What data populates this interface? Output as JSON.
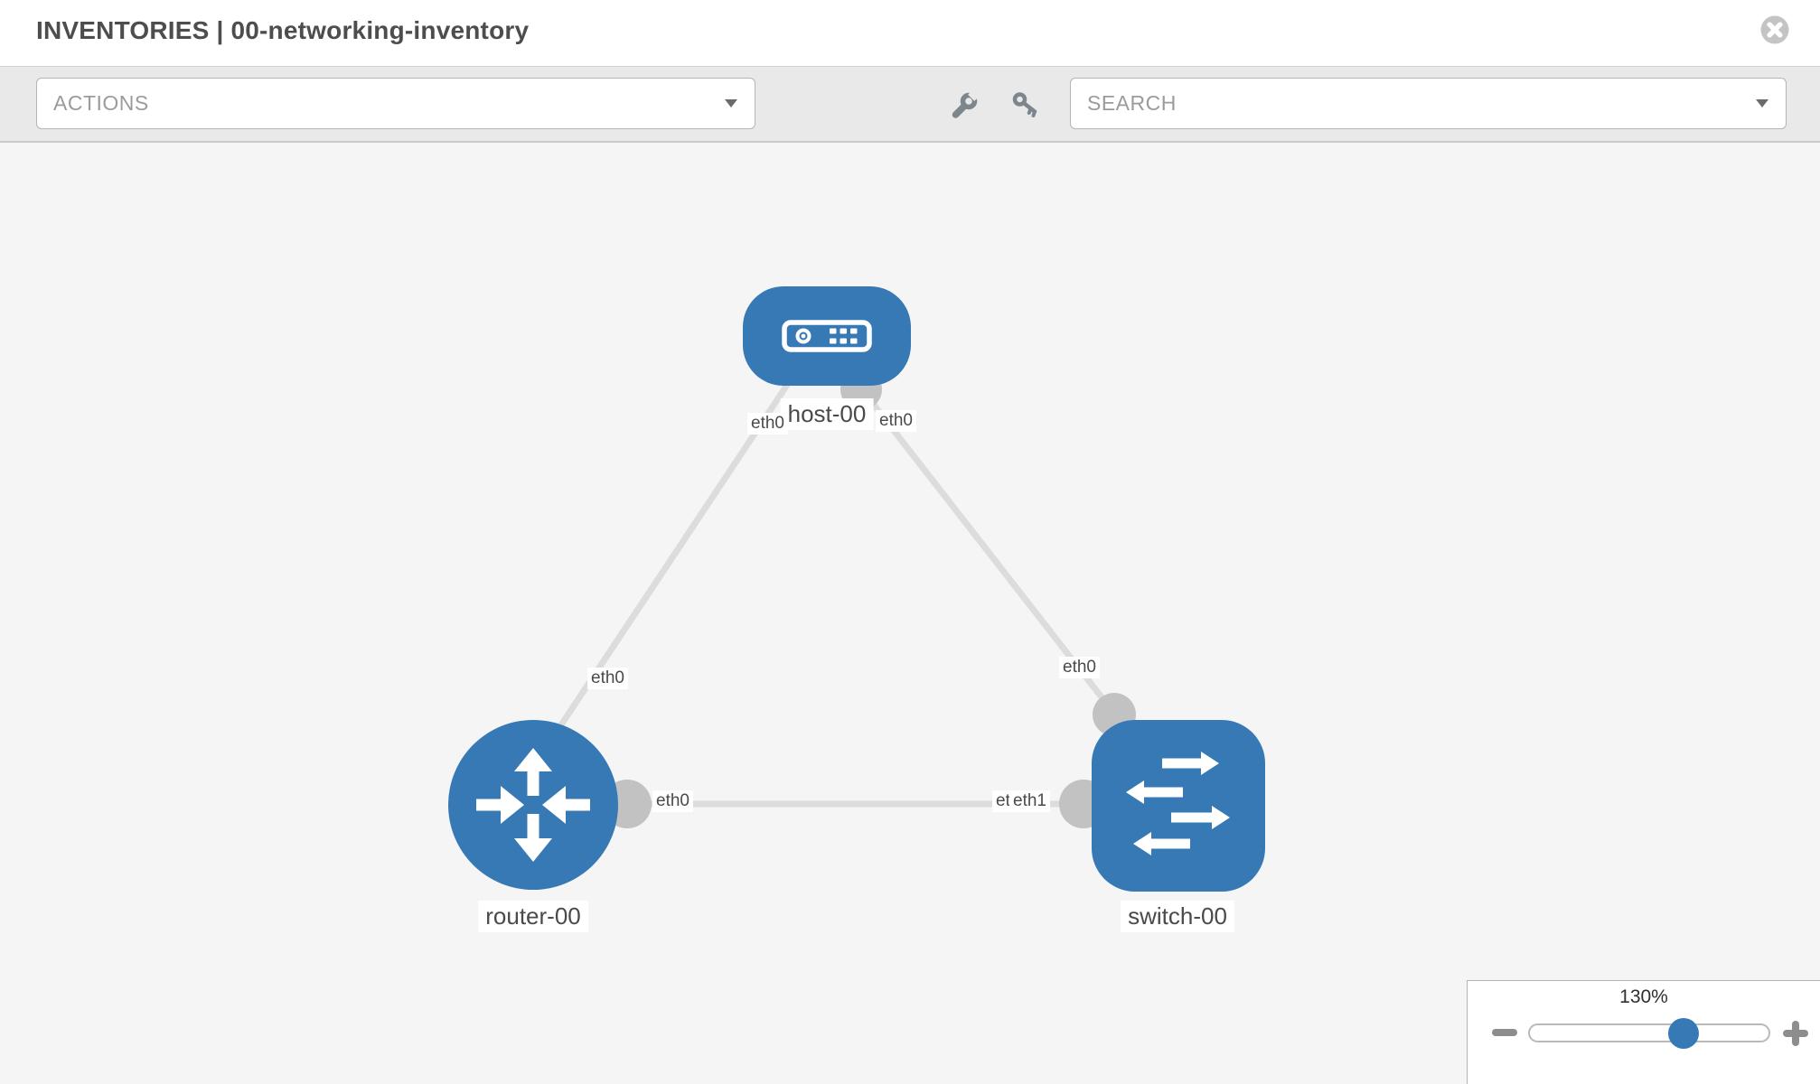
{
  "header": {
    "title": "INVENTORIES | 00-networking-inventory"
  },
  "toolbar": {
    "actions": {
      "placeholder": "ACTIONS"
    },
    "search": {
      "placeholder": "SEARCH"
    },
    "tools": [
      {
        "icon": "wrench-icon"
      },
      {
        "icon": "key-icon"
      }
    ]
  },
  "topology": {
    "nodes": [
      {
        "type": "host",
        "label": "host-00"
      },
      {
        "type": "router",
        "label": "router-00"
      },
      {
        "type": "switch",
        "label": "switch-00"
      }
    ],
    "links": [
      {
        "from": "host-00",
        "to": "router-00",
        "from_iface": "eth0",
        "to_iface": "eth0"
      },
      {
        "from": "host-00",
        "to": "switch-00",
        "from_iface": "eth0",
        "to_iface": "eth0"
      },
      {
        "from": "router-00",
        "to": "switch-00",
        "from_iface": "eth0",
        "to_iface": "eth1"
      }
    ],
    "interface_labels": {
      "host_router_at_host": "eth0",
      "host_router_at_router": "eth0",
      "host_switch_at_host": "eth0",
      "host_switch_at_switch": "eth0",
      "router_switch_at_router": "eth0",
      "router_switch_at_switch_under": "eth0",
      "router_switch_at_switch": "eth1"
    }
  },
  "zoom_control": {
    "value": "130%"
  },
  "colors": {
    "node_blue": "#3779b5",
    "link_gray": "#dcdcdc",
    "dot_gray": "#c2c2c2",
    "canvas_bg": "#f5f5f5",
    "toolbar_bg": "#e9e9e9"
  }
}
